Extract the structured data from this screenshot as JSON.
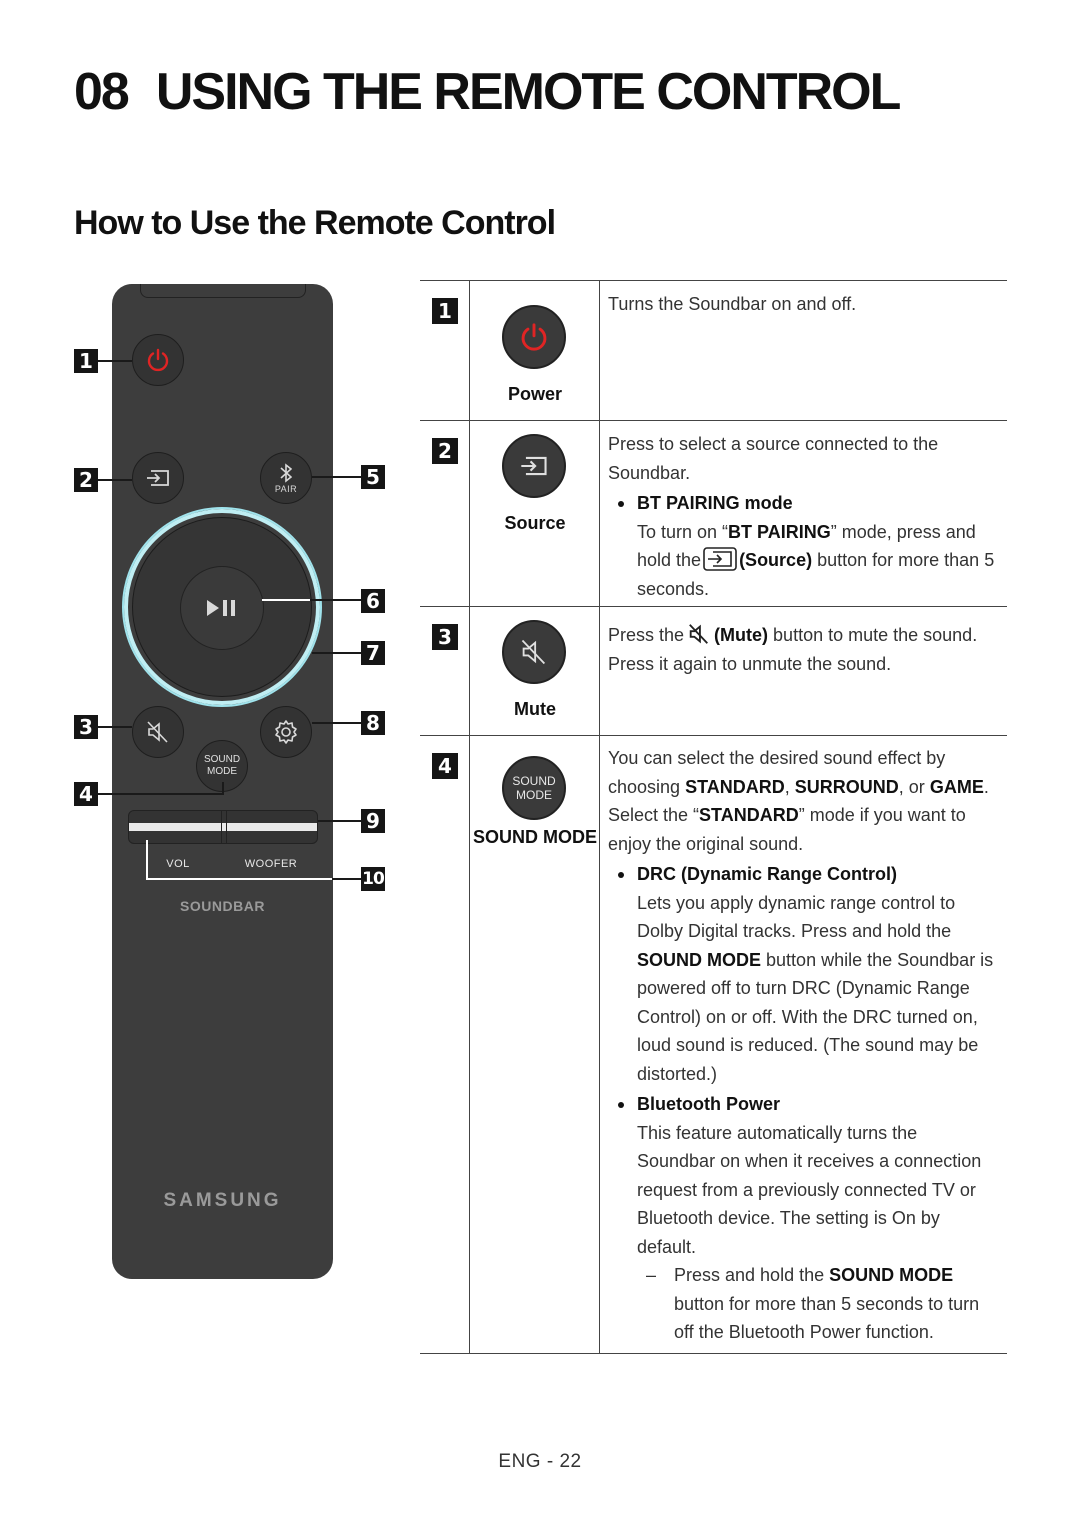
{
  "chapter": {
    "number": "08",
    "title": "USING THE REMOTE CONTROL"
  },
  "section_title": "How to Use the Remote Control",
  "remote": {
    "pair_label": "PAIR",
    "sound_mode_line1": "SOUND",
    "sound_mode_line2": "MODE",
    "vol_label": "VOL",
    "woofer_label": "WOOFER",
    "soundbar_label": "SOUNDBAR",
    "brand": "SAMSUNG",
    "callouts": [
      "1",
      "2",
      "3",
      "4",
      "5",
      "6",
      "7",
      "8",
      "9",
      "10"
    ]
  },
  "rows": [
    {
      "num": "1",
      "label": "Power",
      "text": "Turns the Soundbar on and off."
    },
    {
      "num": "2",
      "label": "Source",
      "text": "Press to select a source connected to the Soundbar.",
      "bullet": "BT PAIRING mode",
      "sub_pre": "To turn on “",
      "sub_bold": "BT PAIRING",
      "sub_mid": "” mode, press and hold the",
      "sub_bold2": "(Source)",
      "sub_post": "button for more than 5 seconds."
    },
    {
      "num": "3",
      "label": "Mute",
      "pre": "Press the",
      "bold": "(Mute)",
      "post": "button to mute the sound. Press it again to unmute the sound."
    },
    {
      "num": "4",
      "label": "SOUND MODE",
      "btn_line1": "SOUND",
      "btn_line2": "MODE",
      "p1_a": "You can select the desired sound effect by choosing",
      "p1_b1": "STANDARD",
      "p1_sep1": ",",
      "p1_b2": "SURROUND",
      "p1_sep2": ", or",
      "p1_b3": "GAME",
      "p1_sep3": ".",
      "p1_c": "Select the “",
      "p1_b4": "STANDARD",
      "p1_d": "” mode if you want to enjoy the original sound.",
      "bullet1": "DRC (Dynamic Range Control)",
      "b1_a": "Lets you apply dynamic range control to Dolby Digital tracks. Press and hold the",
      "b1_bold": "SOUND MODE",
      "b1_b": "button while the Soundbar is powered off to turn DRC (Dynamic Range Control) on or off. With the DRC turned on, loud sound is reduced. (The sound may be distorted.)",
      "bullet2": "Bluetooth Power",
      "b2_text": "This feature automatically turns the Soundbar on when it receives a connection request from a previously connected TV or Bluetooth device. The setting is On by default.",
      "dash_a": "Press and hold the",
      "dash_bold": "SOUND MODE",
      "dash_b": "button for more than 5 seconds to turn off the Bluetooth Power function."
    }
  ],
  "footer": "ENG - 22",
  "colors": {
    "power_red": "#e02424",
    "remote_body": "#3d3d3d",
    "ring": "#bfeef3"
  }
}
